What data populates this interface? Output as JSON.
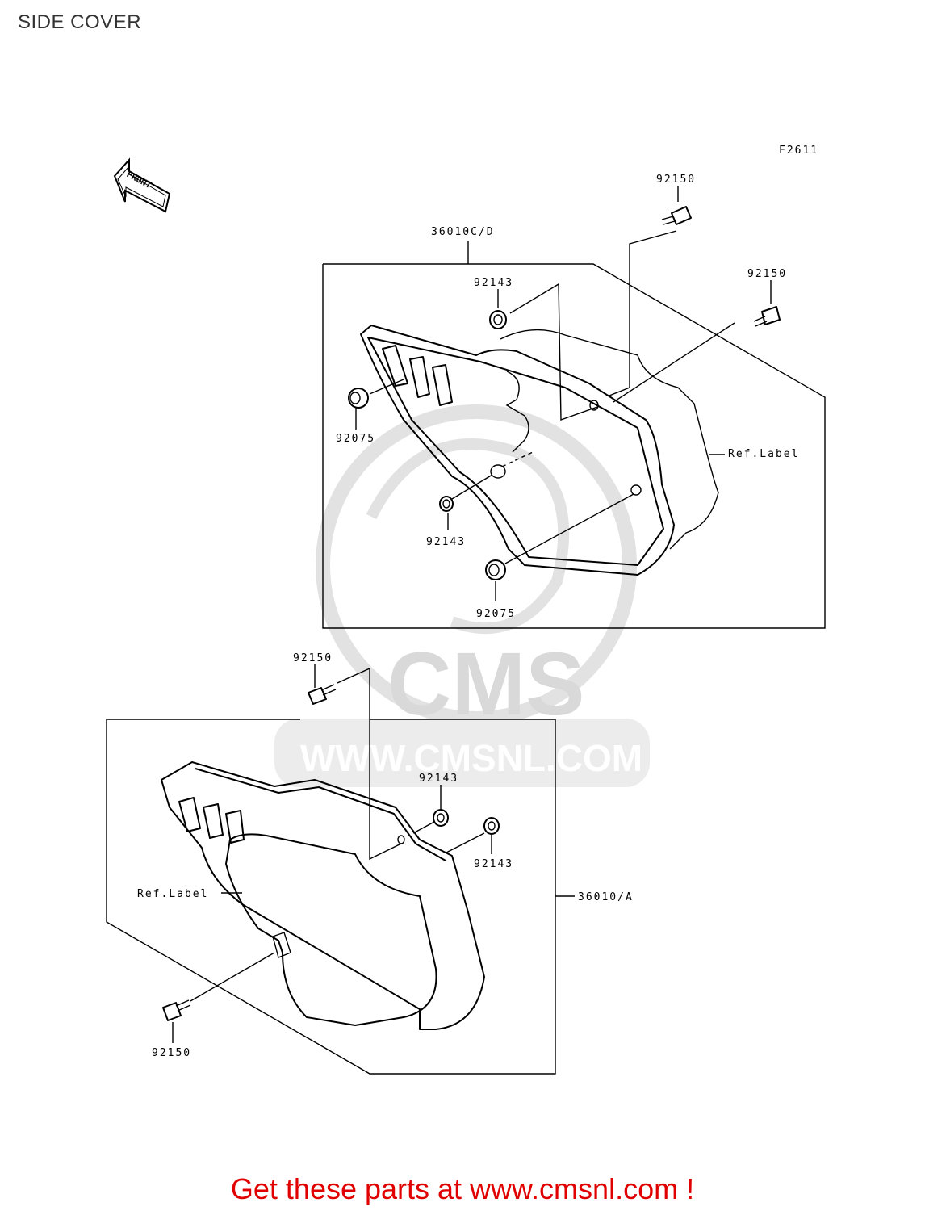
{
  "page": {
    "title": "SIDE COVER"
  },
  "figure_code": "F2611",
  "front_arrow": {
    "label": "FRONT",
    "icon": "front-arrow-icon"
  },
  "watermark": {
    "brand": "CMS",
    "url": "WWW.CMSNL.COM"
  },
  "labels": {
    "bolt_top_1": "92150",
    "cover_cd": "36010C/D",
    "collar_top": "92143",
    "bolt_top_2": "92150",
    "grommet_top_1": "92075",
    "ref_label_top": "Ref.Label",
    "collar_mid": "92143",
    "grommet_top_2": "92075",
    "bolt_bottom_1": "92150",
    "collar_bottom_1": "92143",
    "collar_bottom_2": "92143",
    "ref_label_bottom": "Ref.Label",
    "cover_a": "36010/A",
    "bolt_bottom_2": "92150"
  },
  "footer": {
    "promo_text": "Get these parts at www.cmsnl.com !"
  },
  "colors": {
    "promo": "#e00000",
    "watermark": "#d9d9d9",
    "line": "#000000"
  }
}
